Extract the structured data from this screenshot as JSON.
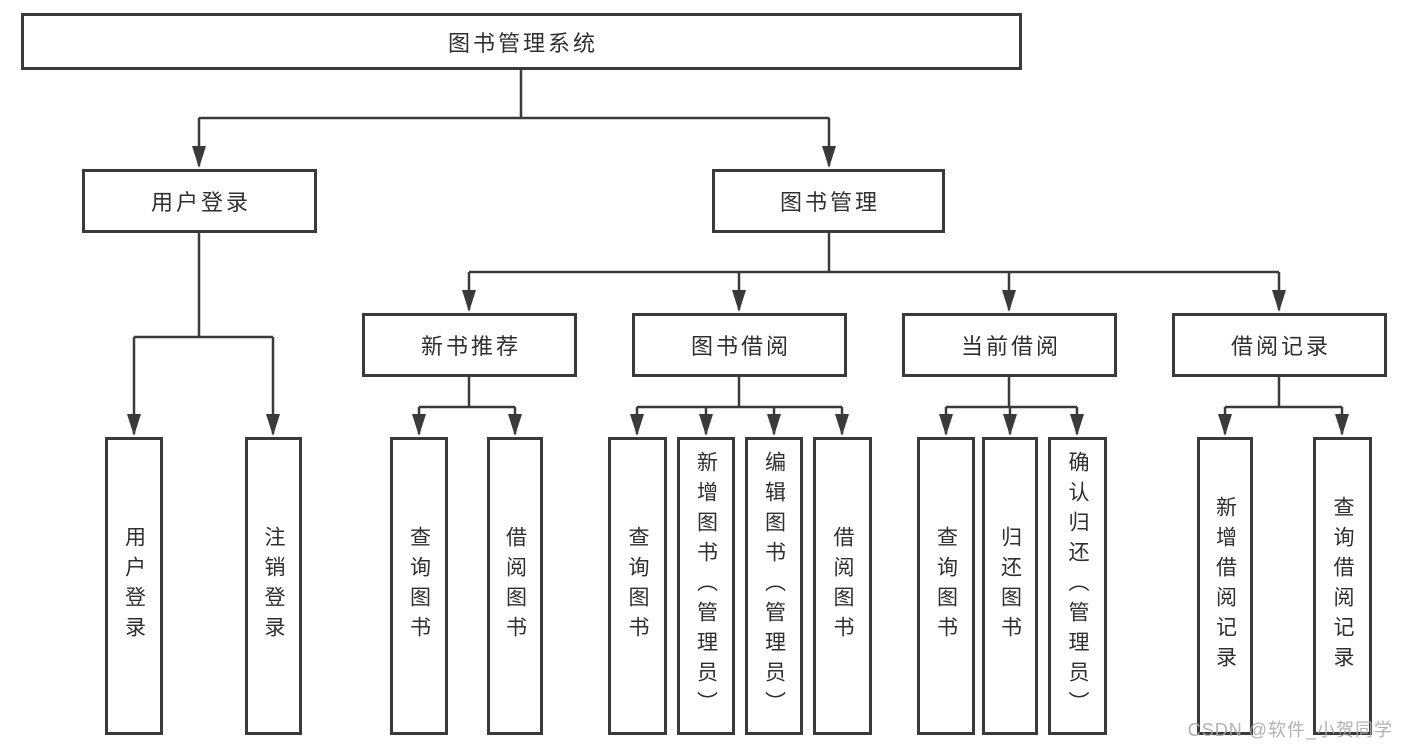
{
  "diagram": {
    "root": {
      "label": "图书管理系统"
    },
    "level2": [
      {
        "id": "user-login",
        "label": "用户登录"
      },
      {
        "id": "book-management",
        "label": "图书管理"
      }
    ],
    "level3": [
      {
        "id": "new-book-recommendation",
        "label": "新书推荐"
      },
      {
        "id": "book-borrowing",
        "label": "图书借阅"
      },
      {
        "id": "current-borrowing",
        "label": "当前借阅"
      },
      {
        "id": "borrowing-records",
        "label": "借阅记录"
      }
    ],
    "leaves": [
      {
        "id": "user-login-leaf",
        "label": "用户登录"
      },
      {
        "id": "logout-leaf",
        "label": "注销登录"
      },
      {
        "id": "query-books-recommend",
        "label": "查询图书"
      },
      {
        "id": "borrow-books-recommend",
        "label": "借阅图书"
      },
      {
        "id": "query-books-borrowing",
        "label": "查询图书"
      },
      {
        "id": "add-books-admin",
        "label": "新增图书（管理员）"
      },
      {
        "id": "edit-books-admin",
        "label": "编辑图书（管理员）"
      },
      {
        "id": "borrow-books-borrowing",
        "label": "借阅图书"
      },
      {
        "id": "query-books-current",
        "label": "查询图书"
      },
      {
        "id": "return-books",
        "label": "归还图书"
      },
      {
        "id": "confirm-return-admin",
        "label": "确认归还（管理员）"
      },
      {
        "id": "add-borrow-record",
        "label": "新增借阅记录"
      },
      {
        "id": "query-borrow-record",
        "label": "查询借阅记录"
      }
    ]
  },
  "watermark": {
    "text": "CSDN @软件_小贺同学"
  },
  "colors": {
    "line": "#3a3a3a",
    "text": "#2f2f2f",
    "background": "#ffffff",
    "watermark": "#aaaaaa"
  }
}
